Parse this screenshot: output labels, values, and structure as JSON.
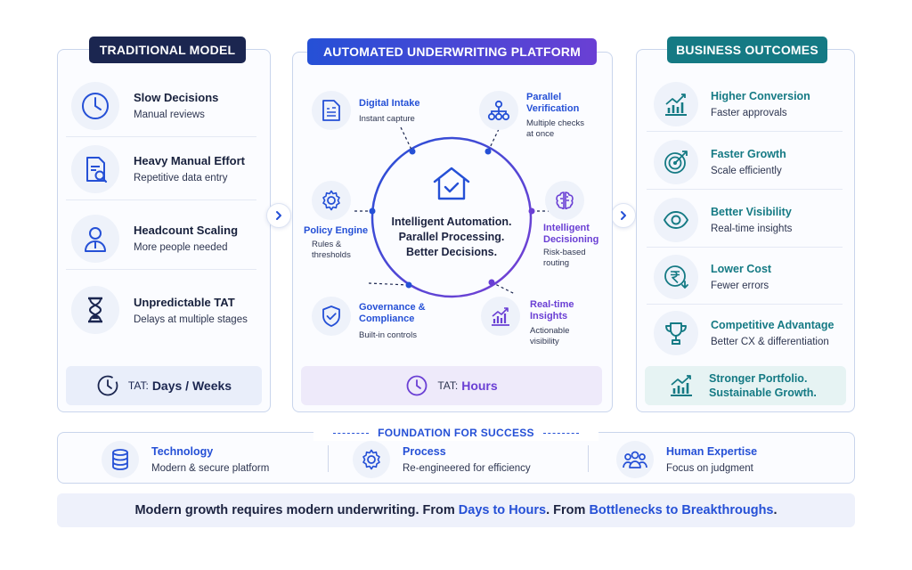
{
  "traditional": {
    "header": "TRADITIONAL MODEL",
    "items": [
      {
        "title": "Slow Decisions",
        "subtitle": "Manual reviews",
        "icon": "clock-icon"
      },
      {
        "title": "Heavy Manual Effort",
        "subtitle": "Repetitive data entry",
        "icon": "document-search-icon"
      },
      {
        "title": "Headcount Scaling",
        "subtitle": "More people needed",
        "icon": "person-icon"
      },
      {
        "title": "Unpredictable TAT",
        "subtitle": "Delays at multiple stages",
        "icon": "hourglass-icon"
      }
    ],
    "tat_label": "TAT:",
    "tat_value": "Days / Weeks"
  },
  "platform": {
    "header": "AUTOMATED UNDERWRITING PLATFORM",
    "center_lines": [
      "Intelligent Automation.",
      "Parallel Processing.",
      "Better Decisions."
    ],
    "nodes": {
      "intake": {
        "title": "Digital Intake",
        "subtitle": "Instant capture",
        "icon": "document-icon"
      },
      "parallel": {
        "title": [
          "Parallel",
          "Verification"
        ],
        "subtitle": [
          "Multiple checks",
          "at once"
        ],
        "icon": "hierarchy-icon"
      },
      "policy": {
        "title": "Policy Engine",
        "subtitle": [
          "Rules &",
          "thresholds"
        ],
        "icon": "gear-icon"
      },
      "decisioning": {
        "title": [
          "Intelligent",
          "Decisioning"
        ],
        "subtitle": [
          "Risk-based",
          "routing"
        ],
        "icon": "brain-icon"
      },
      "governance": {
        "title": [
          "Governance &",
          "Compliance"
        ],
        "subtitle": "Built-in controls",
        "icon": "shield-check-icon"
      },
      "insights": {
        "title": [
          "Real-time",
          "Insights"
        ],
        "subtitle": [
          "Actionable",
          "visibility"
        ],
        "icon": "bar-chart-icon"
      }
    },
    "tat_label": "TAT:",
    "tat_value": "Hours"
  },
  "outcomes": {
    "header": "BUSINESS OUTCOMES",
    "items": [
      {
        "title": "Higher Conversion",
        "subtitle": "Faster approvals",
        "icon": "growth-chart-icon"
      },
      {
        "title": "Faster Growth",
        "subtitle": "Scale efficiently",
        "icon": "target-icon"
      },
      {
        "title": "Better Visibility",
        "subtitle": "Real-time insights",
        "icon": "eye-icon"
      },
      {
        "title": "Lower Cost",
        "subtitle": "Fewer errors",
        "icon": "rupee-down-icon"
      },
      {
        "title": "Competitive Advantage",
        "subtitle": "Better CX & differentiation",
        "icon": "trophy-icon"
      }
    ],
    "summary": [
      "Stronger Portfolio.",
      "Sustainable Growth."
    ]
  },
  "foundation": {
    "header": "FOUNDATION FOR SUCCESS",
    "items": [
      {
        "title": "Technology",
        "subtitle": "Modern & secure platform",
        "icon": "database-icon"
      },
      {
        "title": "Process",
        "subtitle": "Re-engineered for efficiency",
        "icon": "gear-icon"
      },
      {
        "title": "Human Expertise",
        "subtitle": "Focus on judgment",
        "icon": "people-icon"
      }
    ]
  },
  "tagline": {
    "part1": "Modern growth requires modern underwriting. From ",
    "highlight1": "Days to Hours",
    "part2": ". From ",
    "highlight2": "Bottlenecks to Breakthroughs",
    "part3": "."
  },
  "colors": {
    "navy": "#1b2650",
    "blue": "#2550d6",
    "purple": "#6a3fd4",
    "teal": "#157a84"
  }
}
